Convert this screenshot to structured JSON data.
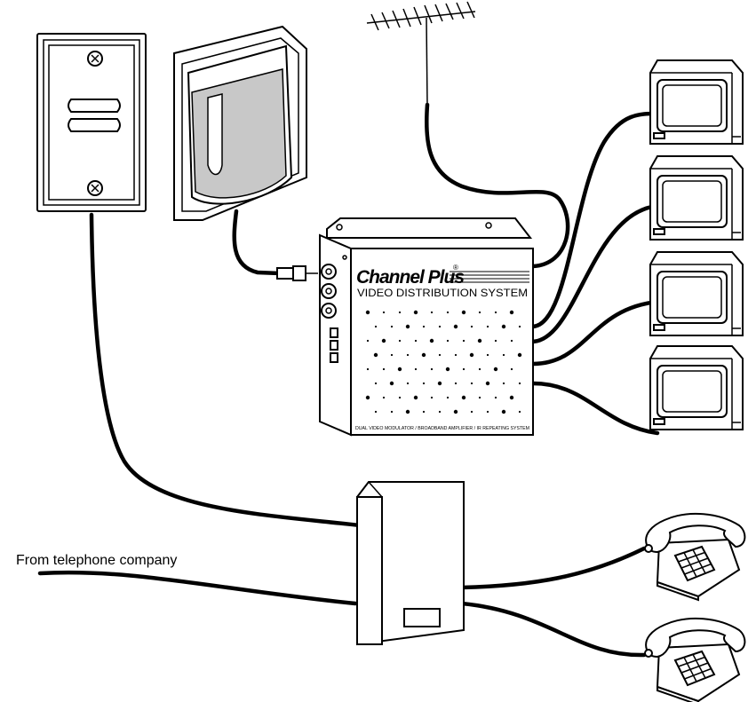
{
  "labels": {
    "telco_source": "From telephone company"
  },
  "device": {
    "brand": "Channel Plus",
    "brand_mark": "®",
    "title": "VIDEO DISTRIBUTION SYSTEM",
    "subtitle": "DUAL VIDEO MODULATOR / BROADBAND AMPLIFIER / IR REPEATING SYSTEM"
  },
  "colors": {
    "line": "#000000",
    "background": "#ffffff",
    "camera_lens": "#c8c8c8"
  },
  "icons": {
    "antenna": "tv-antenna-icon",
    "camera": "wall-camera-icon",
    "intercom": "wall-intercom-plate-icon",
    "monitor": "tv-monitor-icon",
    "telephone": "desk-telephone-icon",
    "junction": "telephone-junction-box-icon"
  }
}
